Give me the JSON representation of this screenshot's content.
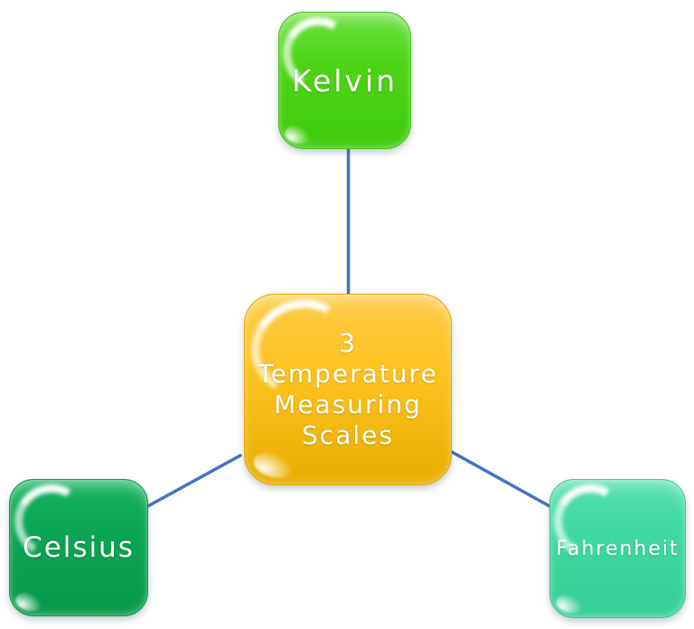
{
  "diagram": {
    "center": {
      "label": "3\nTemperature\nMeasuring\nScales",
      "colors": {
        "top": "#fecb47",
        "mid": "#fdc322",
        "bot": "#e9ad00",
        "rim": "#e2a600"
      }
    },
    "nodes": [
      {
        "id": "kelvin",
        "label": "Kelvin",
        "colors": {
          "top": "#6be040",
          "mid": "#4cd515",
          "bot": "#3fcb0c",
          "rim": "#3fc411"
        }
      },
      {
        "id": "celsius",
        "label": "Celsius",
        "colors": {
          "top": "#17b260",
          "mid": "#0ba554",
          "bot": "#07994a",
          "rim": "#0a9e4e"
        }
      },
      {
        "id": "fahrenheit",
        "label": "Fahrenheit",
        "colors": {
          "top": "#55e0ac",
          "mid": "#3fd9a0",
          "bot": "#35cf95",
          "rim": "#35cc93"
        }
      }
    ],
    "connector_color": "#3f74c6",
    "text_color": "#ffffff"
  }
}
